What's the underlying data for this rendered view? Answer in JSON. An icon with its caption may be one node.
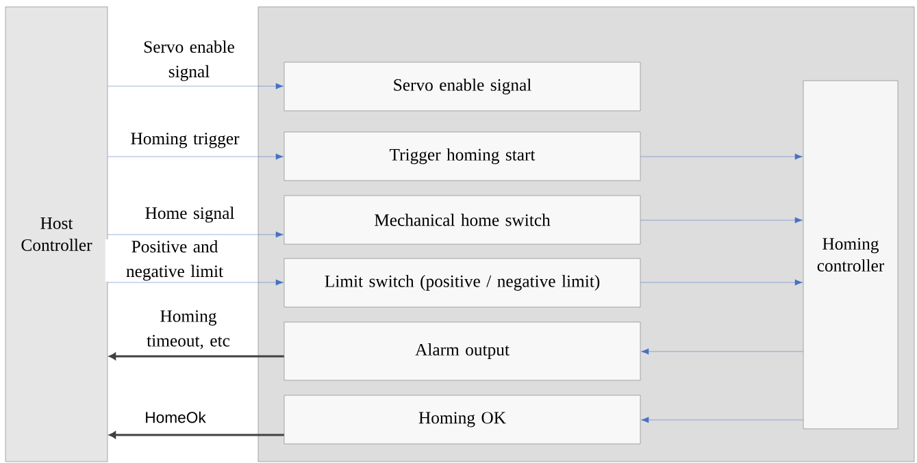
{
  "diagram": {
    "nodes": [
      {
        "text": [
          "Host Controller"
        ]
      },
      {
        "text": [],
        "shape": "box"
      },
      {
        "text": [
          "Servo enable signal"
        ],
        "in": 1
      },
      {
        "text": [
          "Trigger homing start"
        ],
        "in": 1
      },
      {
        "text": [
          "Mechanical home switch"
        ],
        "in": 1
      },
      {
        "text": [
          "Limit switch (positive / negative limit)"
        ],
        "in": 1
      },
      {
        "text": [
          "Alarm output"
        ],
        "in": 1
      },
      {
        "text": [
          "Homing OK"
        ],
        "in": 1
      },
      {
        "text": [
          "Homing controller"
        ],
        "in": 1
      }
    ],
    "edges": [
      {
        "from": 0,
        "to": 2,
        "arrow": "to",
        "label": "Servo enable signal"
      },
      {
        "from": 0,
        "to": 3,
        "arrow": "to",
        "label": "Homing trigger"
      },
      {
        "from": 0,
        "to": 4,
        "arrow": "to",
        "label": "Home signal"
      },
      {
        "from": 0,
        "to": 5,
        "arrow": "to",
        "label": "Positive and negative limit"
      },
      {
        "from": 6,
        "to": 0,
        "arrow": "to",
        "label": "Homing timeout, etc",
        "style": "thick",
        "color": "#404040"
      },
      {
        "from": 7,
        "to": 0,
        "arrow": "to",
        "label": "HomeOk",
        "style": "thick",
        "color": "#404040"
      },
      {
        "from": 3,
        "to": 8,
        "arrow": "to"
      },
      {
        "from": 4,
        "to": 8,
        "arrow": "to"
      },
      {
        "from": 5,
        "to": 8,
        "arrow": "to"
      },
      {
        "from": 8,
        "to": 6,
        "arrow": "to"
      },
      {
        "from": 8,
        "to": 7,
        "arrow": "to"
      }
    ]
  }
}
